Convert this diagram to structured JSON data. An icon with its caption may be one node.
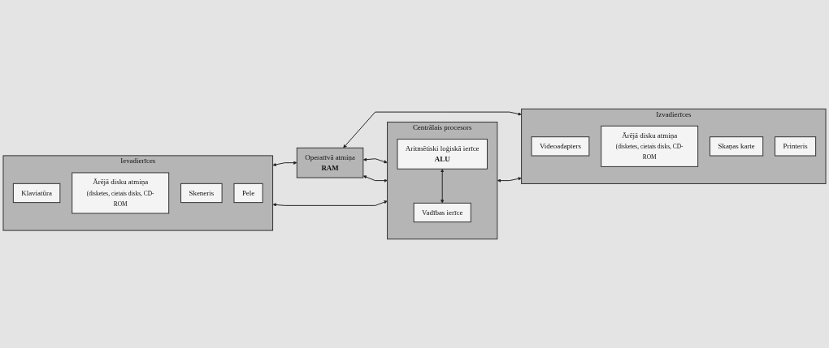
{
  "diagram": {
    "nodes": [
      {
        "text": [
          "Ievadierīces"
        ]
      },
      {
        "text": [
          "Klaviatūra"
        ],
        "in": 0
      },
      {
        "text": [
          "Ārējā disku atmiņa",
          "(disketes, cietais disks, CD-ROM"
        ],
        "in": 0
      },
      {
        "text": [
          "Skeneris"
        ],
        "in": 0
      },
      {
        "text": [
          "Pele"
        ],
        "in": 0
      },
      {
        "text": [
          "Operatīvā atmiņa",
          "RAM"
        ]
      },
      {
        "text": [
          "Izvadierīces"
        ]
      },
      {
        "text": [
          "Videoadapters"
        ],
        "in": 6
      },
      {
        "text": [
          "Ārējā disku atmiņa",
          "(disketes, cietais disks, CD-ROM"
        ],
        "in": 6
      },
      {
        "text": [
          "Skaņas karte"
        ],
        "in": 6
      },
      {
        "text": [
          "Printeris"
        ],
        "in": 6
      },
      {
        "text": [
          "Centrālais procesors"
        ]
      },
      {
        "text": [
          "Aritmētiski loģiskā ierīce",
          "ALU"
        ],
        "in": 11
      },
      {
        "text": [
          "Vadības ierīce"
        ],
        "in": 11
      }
    ],
    "edges": [
      {
        "from": 0,
        "to": 5,
        "arrow": "both"
      },
      {
        "from": 5,
        "to": 6,
        "arrow": "both"
      },
      {
        "from": 5,
        "to": 11,
        "arrow": "both"
      },
      {
        "from": 5,
        "to": 11,
        "arrow": "both"
      },
      {
        "from": 0,
        "to": 11,
        "arrow": "both"
      },
      {
        "from": 12,
        "to": 13,
        "arrow": "both"
      },
      {
        "from": 11,
        "to": 6,
        "arrow": "both"
      }
    ]
  }
}
